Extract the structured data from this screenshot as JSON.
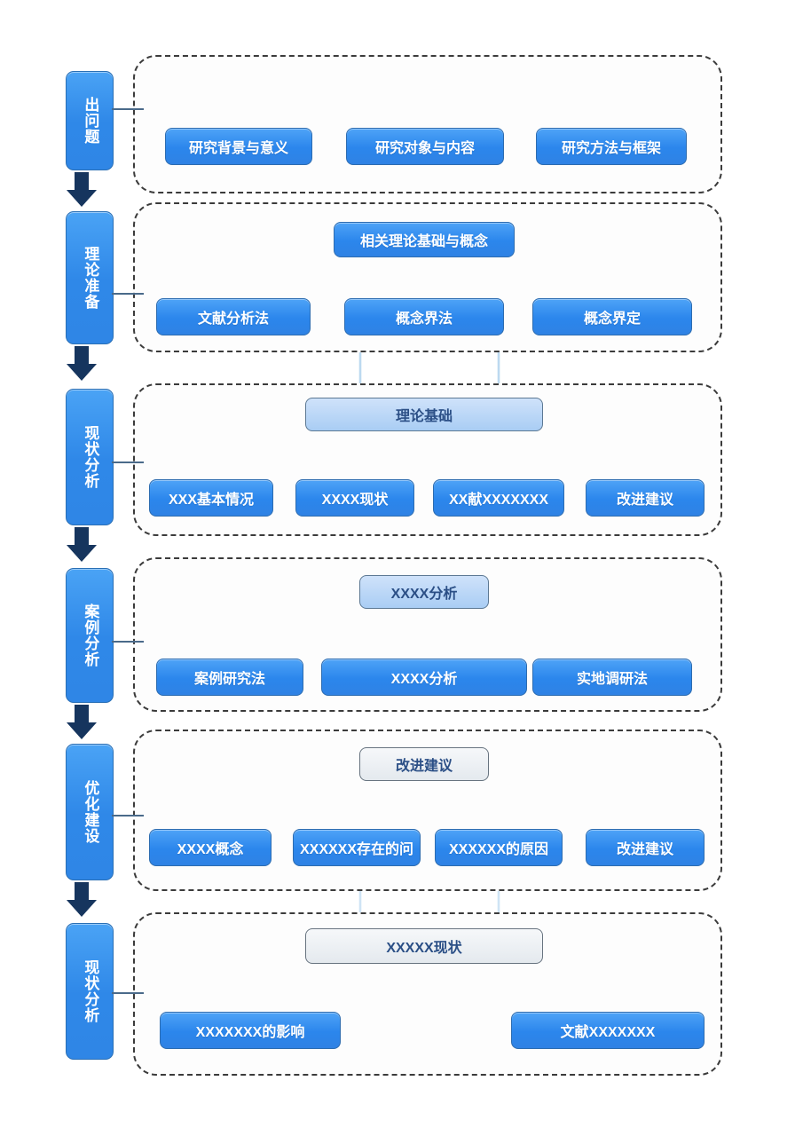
{
  "meta": {
    "title": "论文研究技术路线图",
    "colors": {
      "node_blue": "#2b86ec",
      "node_light_blue": "#a9cdf4",
      "node_gray": "#e4e9ee",
      "stage_blue": "#2f88e8",
      "arrow_navy": "#16355e",
      "dashed_border": "#3b3b3b",
      "cross_arrow": "#bcd9f0"
    }
  },
  "stages": [
    {
      "label": "出问题",
      "name": "stage-raise-question"
    },
    {
      "label": "理论准备",
      "name": "stage-theory-preparation"
    },
    {
      "label": "现状分析",
      "name": "stage-status-analysis"
    },
    {
      "label": "案例分析",
      "name": "stage-case-analysis"
    },
    {
      "label": "优化建设",
      "name": "stage-optimization"
    },
    {
      "label": "现状分析",
      "name": "stage-status-analysis-2"
    }
  ],
  "sections": [
    {
      "id": "section-1",
      "parent": null,
      "children": [
        "研究背景与意义",
        "研究对象与内容",
        "研究方法与框架"
      ]
    },
    {
      "id": "section-2",
      "parent": "相关理论基础与概念",
      "parent_style": "blue",
      "children": [
        "文献分析法",
        "概念界法",
        "概念界定"
      ]
    },
    {
      "id": "section-3",
      "parent": "理论基础",
      "parent_style": "lightblue",
      "children": [
        "XXX基本情况",
        "XXXX现状",
        "XX献XXXXXXX",
        "改进建议"
      ]
    },
    {
      "id": "section-4",
      "parent": "XXXX分析",
      "parent_style": "lightblue",
      "children": [
        "案例研究法",
        "XXXX分析",
        "实地调研法"
      ]
    },
    {
      "id": "section-5",
      "parent": "改进建议",
      "parent_style": "gray",
      "children": [
        "XXXX概念",
        "XXXXXX存在的问",
        "XXXXXX的原因",
        "改进建议"
      ]
    },
    {
      "id": "section-6",
      "parent": "XXXXX现状",
      "parent_style": "gray",
      "children": [
        "XXXXXXX的影响",
        "文献XXXXXXX"
      ]
    }
  ]
}
